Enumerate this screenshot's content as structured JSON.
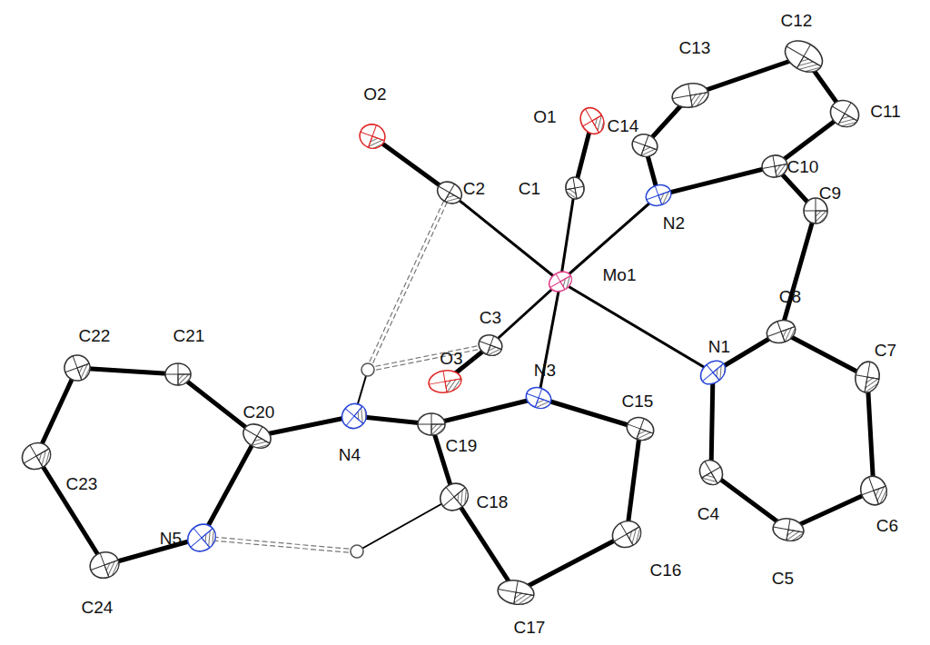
{
  "diagram": {
    "labels": [
      "C12",
      "C13",
      "O1",
      "C14",
      "C11",
      "O2",
      "C2",
      "C1",
      "C10",
      "C9",
      "N2",
      "Mo1",
      "C8",
      "C21",
      "C22",
      "C3",
      "N1",
      "C7",
      "N4",
      "O3",
      "N3",
      "C15",
      "C20",
      "C23",
      "C19",
      "C4",
      "C18",
      "C6",
      "N5",
      "C24",
      "C16",
      "C5",
      "C17"
    ]
  }
}
